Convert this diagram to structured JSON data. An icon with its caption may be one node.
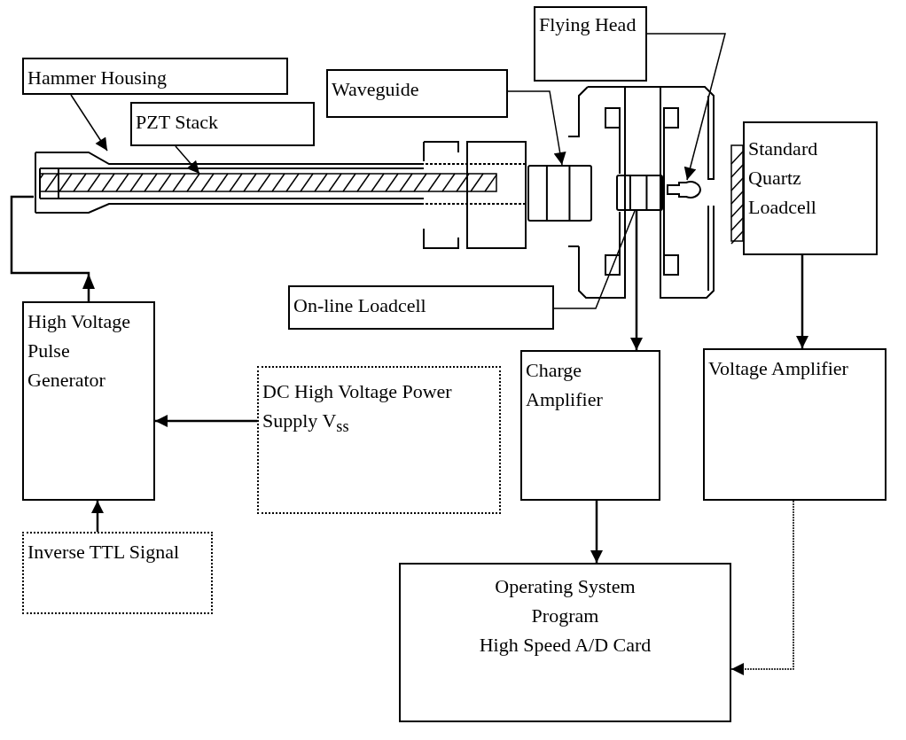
{
  "diagram": {
    "nodes": [
      {
        "text": [
          "Hammer Housing"
        ]
      },
      {
        "text": [
          "PZT Stack"
        ]
      },
      {
        "text": [
          "Waveguide"
        ]
      },
      {
        "text": [
          "Flying Head"
        ]
      },
      {
        "text": [
          "Standard Quartz Loadcell"
        ]
      },
      {
        "text": [
          "On-line Loadcell"
        ]
      },
      {
        "text": [
          "High Voltage Pulse Generator"
        ]
      },
      {
        "text": [
          "DC High Voltage Power Supply V$_{ss}$"
        ]
      },
      {
        "text": [
          "Charge Amplifier"
        ]
      },
      {
        "text": [
          "Voltage Amplifier"
        ]
      },
      {
        "text": [
          "Operating System",
          "Program",
          "High Speed A/D Card"
        ]
      },
      {
        "text": [
          "Inverse TTL Signal"
        ]
      },
      {
        "text": [],
        "shape": "picture"
      },
      {
        "text": [],
        "shape": "bar"
      },
      {
        "text": [],
        "shape": "box"
      },
      {
        "text": [],
        "shape": "picture"
      },
      {
        "text": [],
        "shape": "box"
      }
    ],
    "edges": [
      {
        "from": 0,
        "to": 12,
        "arrow": "to"
      },
      {
        "from": 1,
        "to": 13,
        "arrow": "to"
      },
      {
        "from": 2,
        "to": 14,
        "arrow": "to"
      },
      {
        "from": 3,
        "to": 15,
        "arrow": "to"
      },
      {
        "from": 5,
        "to": 16,
        "arrow": "none"
      },
      {
        "from": 6,
        "to": 12,
        "arrow": "to"
      },
      {
        "from": 7,
        "to": 6,
        "arrow": "to"
      },
      {
        "from": 11,
        "to": 6,
        "arrow": "to"
      },
      {
        "from": 16,
        "to": 8,
        "arrow": "to"
      },
      {
        "from": 4,
        "to": 9,
        "arrow": "to"
      },
      {
        "from": 8,
        "to": 10,
        "arrow": "to"
      },
      {
        "from": 9,
        "to": 10,
        "arrow": "to",
        "style": "dashed"
      }
    ]
  }
}
